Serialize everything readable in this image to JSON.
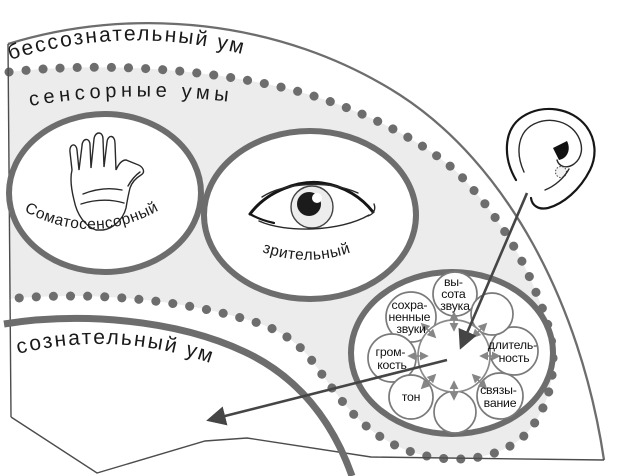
{
  "diagram": {
    "regions": {
      "unconscious_label": "бессознательный ум",
      "sensory_label": "сенсорные умы",
      "conscious_label": "сознательный ум"
    },
    "sensory_circles": {
      "somatosensory_label": "Соматосенсорный",
      "visual_label": "зрительный"
    },
    "auditory_cluster": {
      "satellites": [
        {
          "name": "pitch",
          "lines": [
            "вы-",
            "сота",
            "звука"
          ]
        },
        {
          "name": "stored-sounds",
          "lines": [
            "сохра-",
            "ненные",
            "звуки"
          ]
        },
        {
          "name": "loudness",
          "lines": [
            "гром-",
            "кость"
          ]
        },
        {
          "name": "duration",
          "lines": [
            "длитель-",
            "ность"
          ]
        },
        {
          "name": "tone",
          "lines": [
            "тон"
          ]
        },
        {
          "name": "binding",
          "lines": [
            "связы-",
            "вание"
          ]
        },
        {
          "name": "unlabeled-top-right",
          "lines": []
        },
        {
          "name": "unlabeled-bottom",
          "lines": []
        }
      ]
    },
    "icons": {
      "hand": "hand-icon",
      "eye": "eye-icon",
      "ear": "ear-icon"
    },
    "colors": {
      "band": "#ececec",
      "line": "#6d6d6d",
      "ink": "#1a1a1a",
      "arrow": "#454545"
    }
  }
}
